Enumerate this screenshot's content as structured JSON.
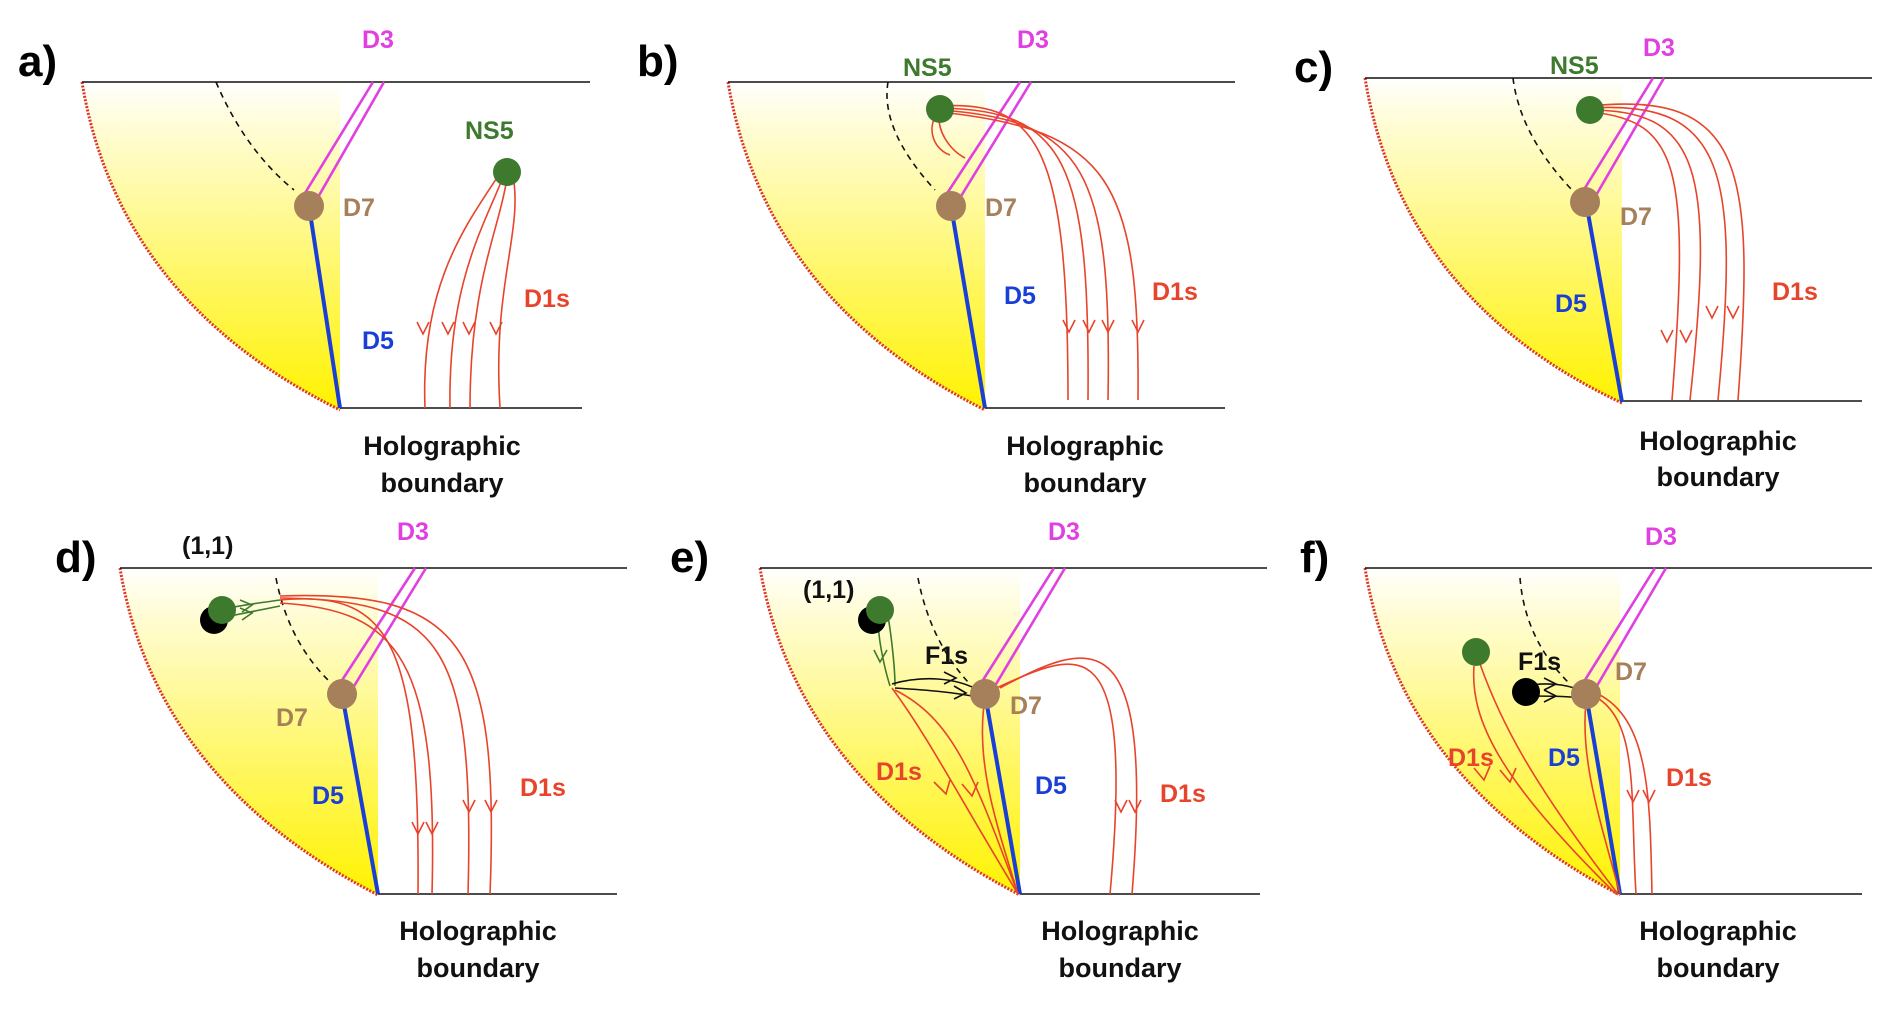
{
  "colors": {
    "D3": "#e040e0",
    "D5": "#1a3fd6",
    "D7": "#a5805a",
    "NS5": "#3d7a2e",
    "D1": "#e8432b",
    "F1": "#111111",
    "horizon": "#e03525",
    "bulk": "#fff200"
  },
  "panels": [
    {
      "label": "a)",
      "d3": "D3",
      "d5": "D5",
      "d7": "D7",
      "ns5": "NS5",
      "d1": "D1s",
      "boundary": [
        "Holographic",
        "boundary"
      ]
    },
    {
      "label": "b)",
      "d3": "D3",
      "d5": "D5",
      "d7": "D7",
      "ns5": "NS5",
      "d1": "D1s",
      "boundary": [
        "Holographic",
        "boundary"
      ]
    },
    {
      "label": "c)",
      "d3": "D3",
      "d5": "D5",
      "d7": "D7",
      "ns5": "NS5",
      "d1": "D1s",
      "boundary": [
        "Holographic",
        "boundary"
      ]
    },
    {
      "label": "d)",
      "d3": "D3",
      "d5": "D5",
      "d7": "D7",
      "pq": "(1,1)",
      "d1": "D1s",
      "boundary": [
        "Holographic",
        "boundary"
      ]
    },
    {
      "label": "e)",
      "d3": "D3",
      "d5": "D5",
      "d7": "D7",
      "pq": "(1,1)",
      "f1": "F1s",
      "d1_in": "D1s",
      "d1": "D1s",
      "boundary": [
        "Holographic",
        "boundary"
      ]
    },
    {
      "label": "f)",
      "d3": "D3",
      "d5": "D5",
      "d7": "D7",
      "f1": "F1s",
      "d1_in": "D1s",
      "d1": "D1s",
      "boundary": [
        "Holographic",
        "boundary"
      ]
    }
  ]
}
